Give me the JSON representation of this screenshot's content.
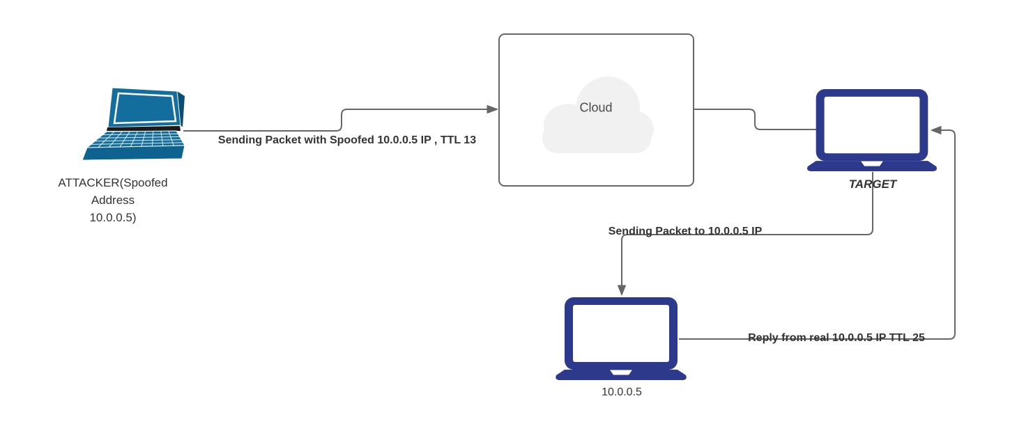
{
  "diagram": {
    "attacker": {
      "label_lines": [
        "ATTACKER(Spoofed",
        "Address",
        "10.0.0.5)"
      ]
    },
    "cloud": {
      "label": "Cloud"
    },
    "target": {
      "label": "TARGET"
    },
    "real_host": {
      "label": "10.0.0.5"
    },
    "edges": {
      "spoofed_packet": {
        "label": "Sending Packet with Spoofed 10.0.0.5 IP , TTL 13"
      },
      "forward_packet": {
        "label": "Sending Packet to 10.0.0.5 IP"
      },
      "reply_packet": {
        "label": "Reply from real 10.0.0.5 IP TTL 25"
      }
    },
    "colors": {
      "laptop_navy": "#2d3a8c",
      "laptop_teal": "#146e9d",
      "connector_gray": "#666666",
      "cloud_fill": "#f1f1f1",
      "label_text": "#333333"
    }
  }
}
